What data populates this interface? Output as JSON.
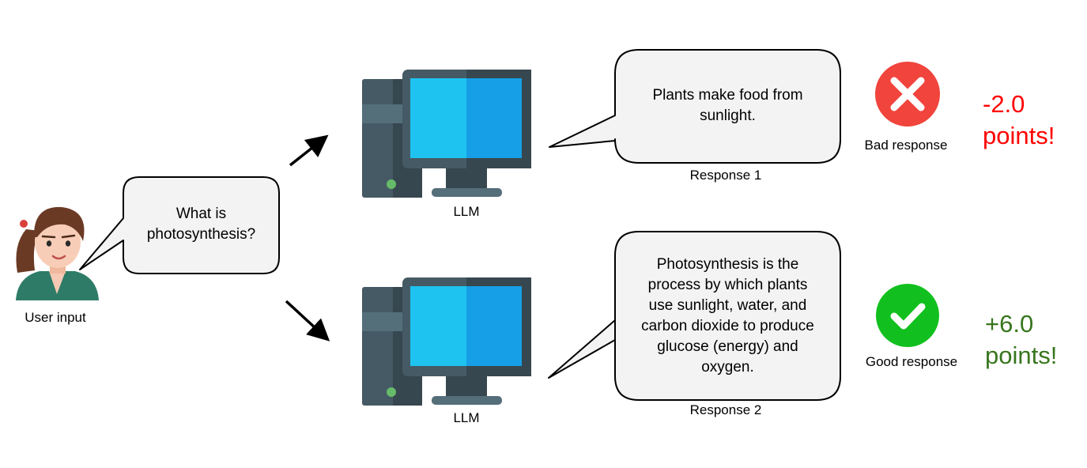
{
  "user": {
    "label": "User input",
    "question": [
      "What is",
      "photosynthesis?"
    ]
  },
  "models": [
    {
      "label": "LLM"
    },
    {
      "label": "LLM"
    }
  ],
  "responses": [
    {
      "label": "Response 1",
      "text": [
        "Plants make food from",
        "sunlight."
      ],
      "verdict": "Bad response",
      "verdict_icon": "x-icon",
      "verdict_color": "#f0443c",
      "score": [
        "-2.0",
        "points!"
      ],
      "score_color": "#ff0000"
    },
    {
      "label": "Response 2",
      "text": [
        "Photosynthesis is the",
        "process by which plants",
        "use sunlight, water, and",
        "carbon dioxide to produce",
        "glucose (energy) and",
        "oxygen."
      ],
      "verdict": "Good response",
      "verdict_icon": "check-icon",
      "verdict_color": "#11c01e",
      "score": [
        "+6.0",
        "points!"
      ],
      "score_color": "#38761d"
    }
  ]
}
